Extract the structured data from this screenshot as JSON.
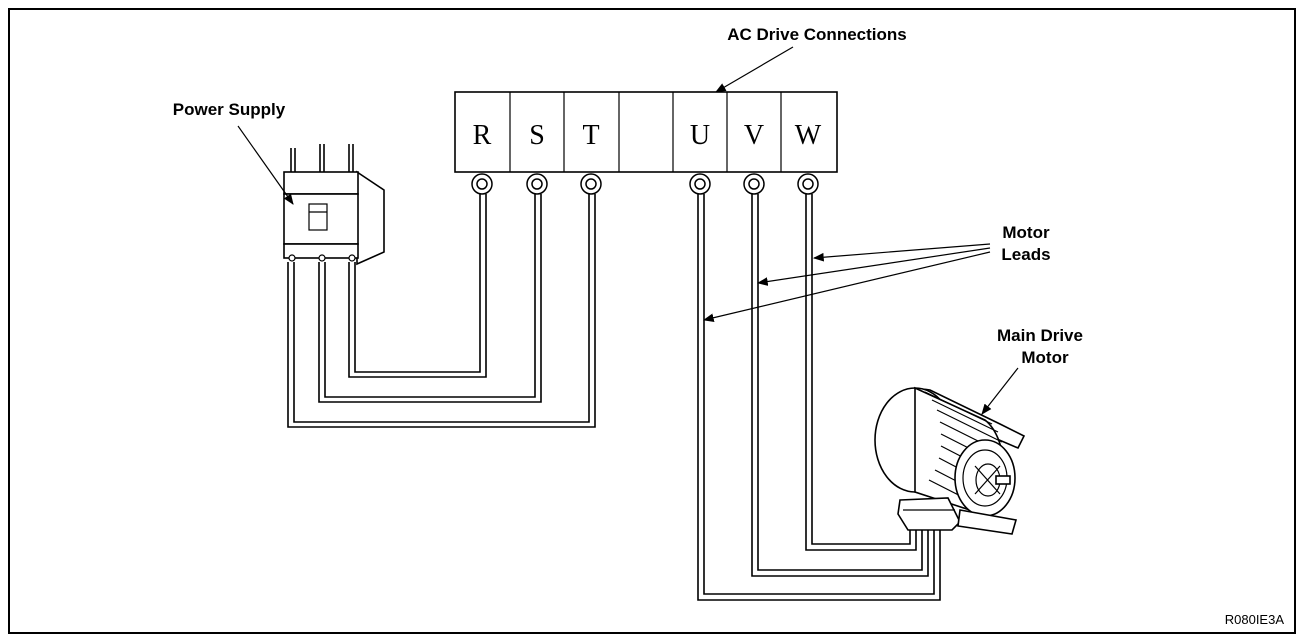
{
  "diagram": {
    "labels": {
      "ac_drive": "AC Drive Connections",
      "power_supply": "Power Supply",
      "motor_leads_line1": "Motor",
      "motor_leads_line2": "Leads",
      "main_drive_line1": "Main Drive",
      "main_drive_line2": "Motor",
      "figure_code": "R080IE3A"
    },
    "terminals": [
      "R",
      "S",
      "T",
      "",
      "U",
      "V",
      "W"
    ]
  }
}
